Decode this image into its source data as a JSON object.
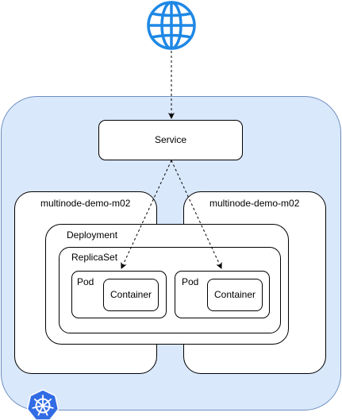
{
  "service": {
    "label": "Service"
  },
  "nodes": [
    {
      "label": "multinode-demo-m02"
    },
    {
      "label": "multinode-demo-m02"
    }
  ],
  "deployment": {
    "label": "Deployment"
  },
  "replicaset": {
    "label": "ReplicaSet"
  },
  "pods": [
    {
      "label": "Pod",
      "container": "Container"
    },
    {
      "label": "Pod",
      "container": "Container"
    }
  ],
  "icons": {
    "top": "globe-icon",
    "bottom_left": "kubernetes-logo-icon"
  },
  "colors": {
    "cluster_fill": "#dae8fc",
    "cluster_stroke": "#6c8ebf",
    "globe": "#1e88e5",
    "k8s": "#326ce5"
  }
}
